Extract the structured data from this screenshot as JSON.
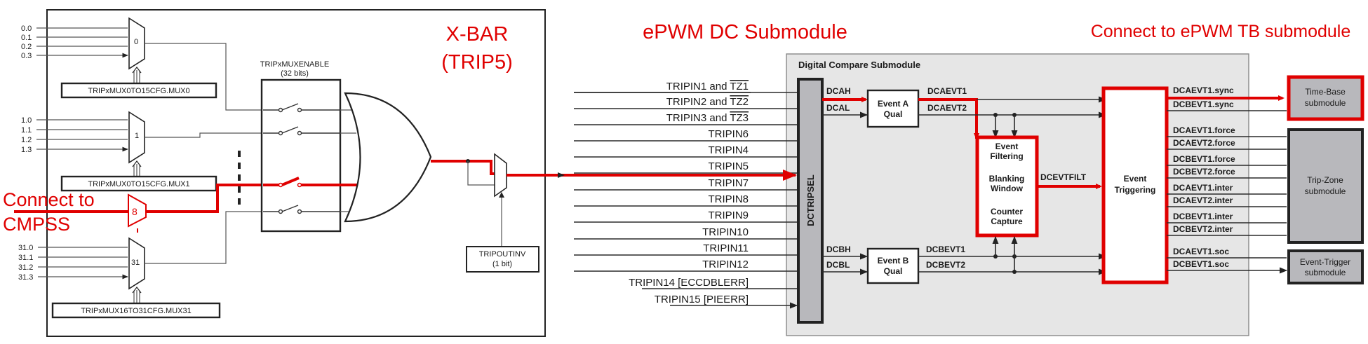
{
  "xbar": {
    "title_line1": "X-BAR",
    "title_line2": "(TRIP5)",
    "connect_line1": "Connect to",
    "connect_line2": "CMPSS",
    "mux0": {
      "inputs": [
        "0.0",
        "0.1",
        "0.2",
        "0.3"
      ],
      "index": "0",
      "cfg": "TRIPxMUX0TO15CFG.MUX0"
    },
    "mux1": {
      "inputs": [
        "1.0",
        "1.1",
        "1.2",
        "1.3"
      ],
      "index": "1",
      "cfg": "TRIPxMUX0TO15CFG.MUX1"
    },
    "mux31": {
      "inputs": [
        "31.0",
        "31.1",
        "31.2",
        "31.3"
      ],
      "index": "31",
      "cfg": "TRIPxMUX16TO31CFG.MUX31"
    },
    "mux_enable_line1": "TRIPxMUXENABLE",
    "mux_enable_line2": "(32 bits)",
    "cmpss_mux_index": "8",
    "outinv_line1": "TRIPOUTINV",
    "outinv_line2": "(1 bit)"
  },
  "dc": {
    "heading": "ePWM DC Submodule",
    "panel_title": "Digital Compare Submodule",
    "tripin_simple": [
      "TRIPIN6",
      "TRIPIN4",
      "TRIPIN5",
      "TRIPIN7",
      "TRIPIN8",
      "TRIPIN9",
      "TRIPIN10",
      "TRIPIN11",
      "TRIPIN12"
    ],
    "tripin_tz": [
      {
        "prefix": "TRIPIN1 and ",
        "tz": "TZ1"
      },
      {
        "prefix": "TRIPIN2 and ",
        "tz": "TZ2"
      },
      {
        "prefix": "TRIPIN3 and ",
        "tz": "TZ3"
      }
    ],
    "tripin14": "TRIPIN14 [ECCDBLERR]",
    "tripin15": "TRIPIN15 [PIEERR]",
    "dctripsel": "DCTRIPSEL",
    "sig": {
      "dcah": "DCAH",
      "dcal": "DCAL",
      "dcbh": "DCBH",
      "dcbl": "DCBL",
      "dcaevt1": "DCAEVT1",
      "dcaevt2": "DCAEVT2",
      "dcbevt1": "DCBEVT1",
      "dcbevt2": "DCBEVT2",
      "dcevtfilt": "DCEVTFILT"
    },
    "event_a_line1": "Event A",
    "event_a_line2": "Qual",
    "event_b_line1": "Event B",
    "event_b_line2": "Qual",
    "filter_lines": [
      "Event",
      "Filtering",
      "Blanking",
      "Window",
      "Counter",
      "Capture"
    ],
    "trig_line1": "Event",
    "trig_line2": "Triggering",
    "outputs": [
      "DCAEVT1.sync",
      "DCBEVT1.sync",
      "DCAEVT1.force",
      "DCAEVT2.force",
      "DCBEVT1.force",
      "DCBEVT2.force",
      "DCAEVT1.inter",
      "DCAEVT2.inter",
      "DCBEVT1.inter",
      "DCBEVT2.inter",
      "DCAEVT1.soc",
      "DCBEVT1.soc"
    ]
  },
  "tb": {
    "heading": "Connect to ePWM TB submodule",
    "timebase_line1": "Time-Base",
    "timebase_line2": "submodule",
    "tripzone_line1": "Trip-Zone",
    "tripzone_line2": "submodule",
    "evttrig_line1": "Event-Trigger",
    "evttrig_line2": "submodule"
  },
  "colors": {
    "accent_red": "#e00000",
    "panel_gray": "#e6e6e6",
    "block_gray": "#b8b8bc"
  }
}
